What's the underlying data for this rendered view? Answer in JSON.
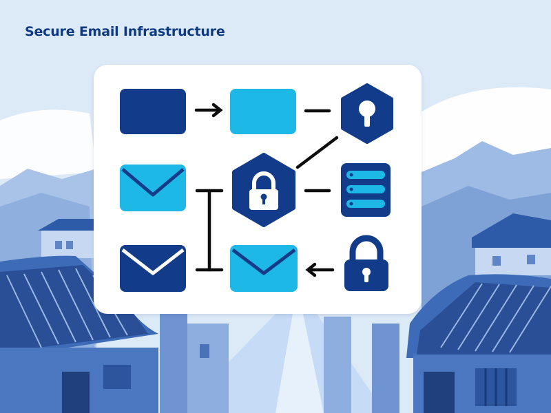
{
  "title": "Secure Email Infrastructure",
  "colors": {
    "sky": "#dce9f7",
    "navy": "#123c8a",
    "cyan": "#1db8e6",
    "connector": "#0d0d0d",
    "title": "#0d3a82",
    "card": "#ffffff"
  },
  "diagram": {
    "nodes": [
      {
        "id": "sender-block",
        "shape": "rounded-rect",
        "color": "navy"
      },
      {
        "id": "relay-block",
        "shape": "rounded-rect",
        "color": "cyan"
      },
      {
        "id": "keyhole-shield",
        "icon": "keyhole-hexagon-icon"
      },
      {
        "id": "inbound-envelope",
        "icon": "envelope-icon",
        "color": "cyan"
      },
      {
        "id": "lock-hub",
        "icon": "padlock-hexagon-icon"
      },
      {
        "id": "mail-server",
        "icon": "server-rack-icon"
      },
      {
        "id": "outbound-envelope",
        "icon": "envelope-icon",
        "color": "navy"
      },
      {
        "id": "delivered-envelope",
        "icon": "envelope-icon",
        "color": "cyan"
      },
      {
        "id": "standalone-lock",
        "icon": "padlock-icon"
      }
    ]
  }
}
